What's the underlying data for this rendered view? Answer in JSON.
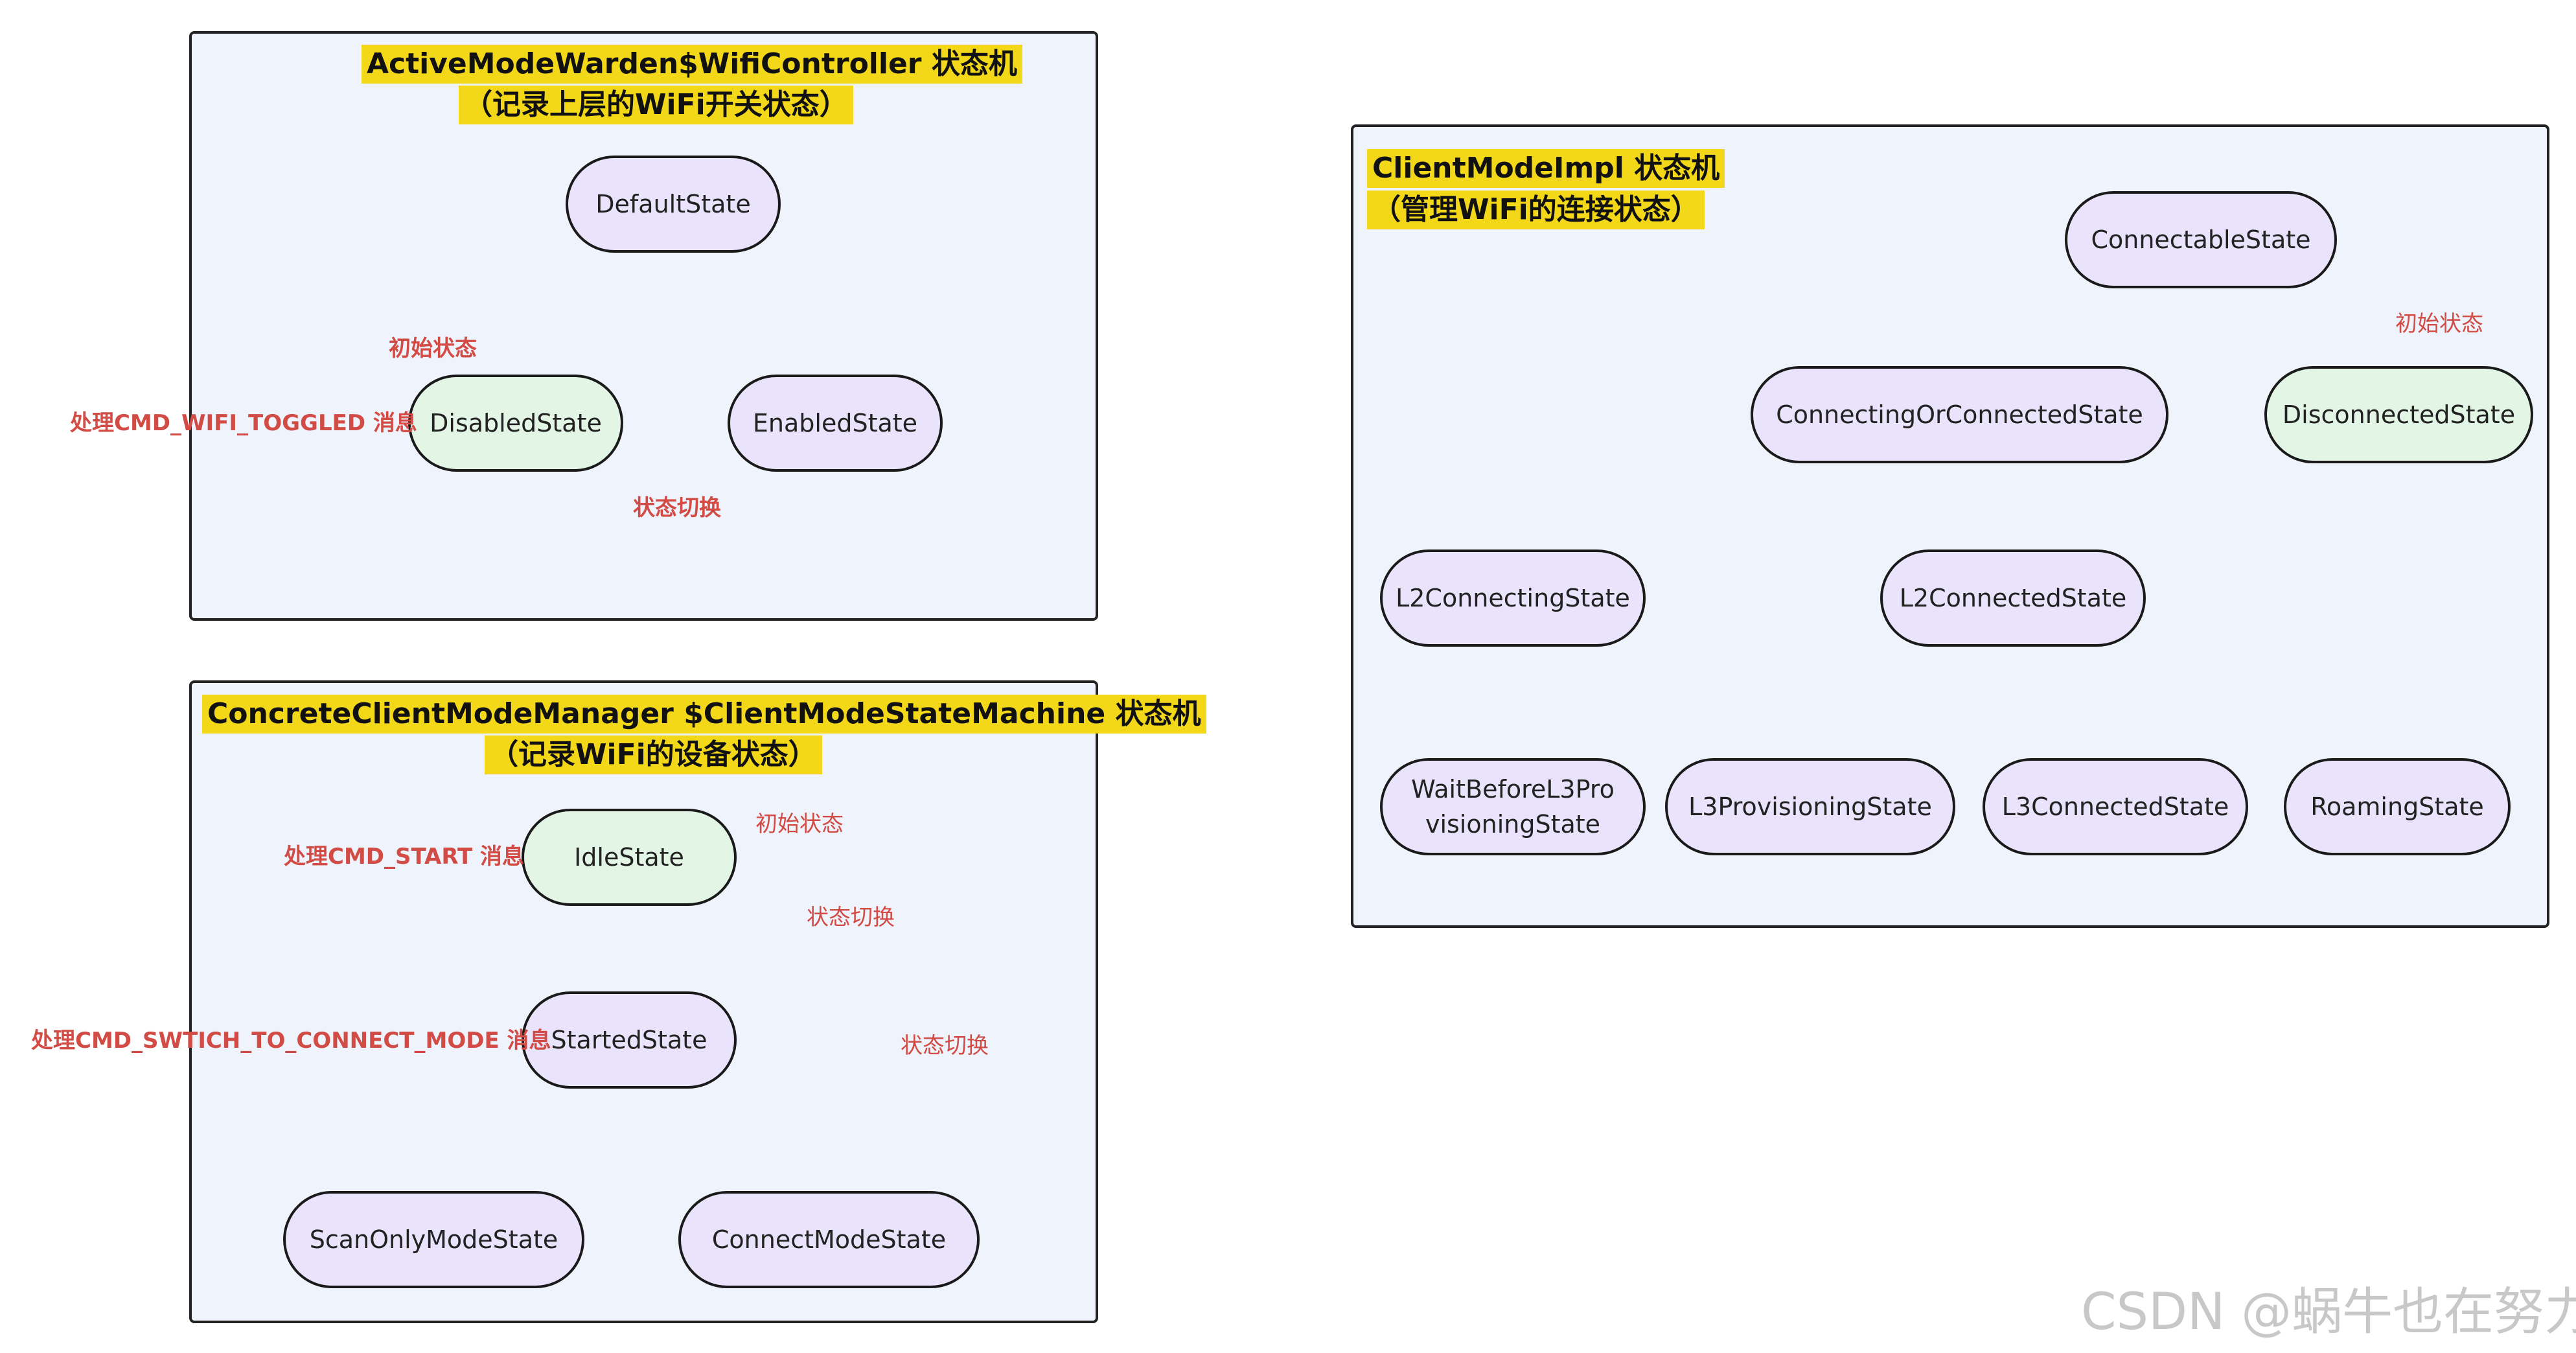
{
  "panels": {
    "wifi": {
      "title": "ActiveModeWarden$WifiController 状态机",
      "subtitle": "（记录上层的WiFi开关状态）",
      "nodes": {
        "default": "DefaultState",
        "disabled": "DisabledState",
        "enabled": "EnabledState"
      },
      "labels": {
        "initial": "初始状态",
        "handles": "处理CMD_WIFI_TOGGLED 消息",
        "switch": "状态切换"
      }
    },
    "client_manager": {
      "title": "ConcreteClientModeManager $ClientModeStateMachine 状态机",
      "subtitle": "（记录WiFi的设备状态）",
      "nodes": {
        "idle": "IdleState",
        "started": "StartedState",
        "scan_only": "ScanOnlyModeState",
        "connect": "ConnectModeState"
      },
      "labels": {
        "initial": "初始状态",
        "handles_start": "处理CMD_START 消息",
        "handles_switch": "处理CMD_SWTICH_TO_CONNECT_MODE 消息",
        "switch1": "状态切换",
        "switch2": "状态切换"
      }
    },
    "client_impl": {
      "title": "ClientModeImpl 状态机",
      "subtitle": "（管理WiFi的连接状态）",
      "nodes": {
        "connectable": "ConnectableState",
        "connecting_or_connected": "ConnectingOrConnectedState",
        "disconnected": "DisconnectedState",
        "l2_connecting": "L2ConnectingState",
        "l2_connected": "L2ConnectedState",
        "wait_before_l3": "WaitBeforeL3ProvisioningState",
        "l3_provisioning": "L3ProvisioningState",
        "l3_connected": "L3ConnectedState",
        "roaming": "RoamingState"
      },
      "labels": {
        "initial": "初始状态"
      }
    }
  },
  "watermark": "CSDN @蜗牛也在努力",
  "colors": {
    "panel_bg": "#eef3fc",
    "title_highlight": "#f3d81a",
    "state_node": "#e9e3fb",
    "initial_state_node": "#e3f6e6",
    "annotation": "#d24b44"
  }
}
